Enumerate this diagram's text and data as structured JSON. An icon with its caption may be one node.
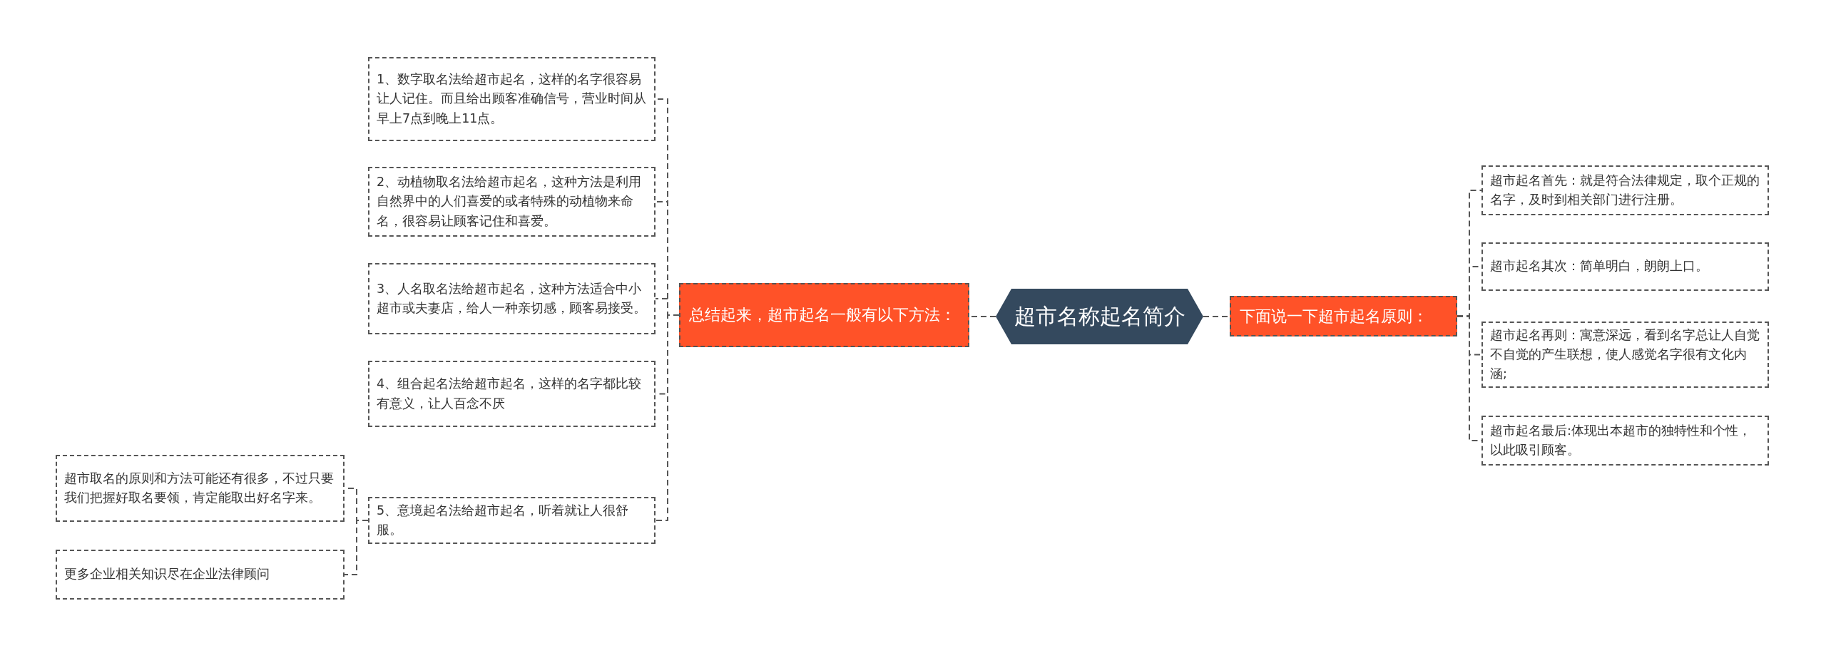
{
  "diagram": {
    "nodes": [
      {
        "text": [
          "超市名称起名简介"
        ]
      },
      {
        "text": [
          "总结起来，超市起名一般有以下方法："
        ]
      },
      {
        "text": [
          "1、数字取名法给超市起名，这样的名字很容易让人记住。而且给出顾客准确信号，营业时间从早上7点到晚上11点。"
        ]
      },
      {
        "text": [
          "2、动植物取名法给超市起名，这种方法是利用自然界中的人们喜爱的或者特殊的动植物来命名，很容易让顾客记住和喜爱。"
        ]
      },
      {
        "text": [
          "3、人名取名法给超市起名，这种方法适合中小超市或夫妻店，给人一种亲切感，顾客易接受。"
        ]
      },
      {
        "text": [
          "4、组合起名法给超市起名，这样的名字都比较有意义，让人百念不厌"
        ]
      },
      {
        "text": [
          "5、意境起名法给超市起名，听着就让人很舒服。"
        ]
      },
      {
        "text": [
          "超市取名的原则和方法可能还有很多，不过只要我们把握好取名要领，肯定能取出好名字来。"
        ]
      },
      {
        "text": [
          "更多企业相关知识尽在企业法律顾问"
        ]
      },
      {
        "text": [
          "下面说一下超市起名原则："
        ]
      },
      {
        "text": [
          "超市起名首先：就是符合法律规定，取个正规的名字，及时到相关部门进行注册。"
        ]
      },
      {
        "text": [
          "超市起名其次：简单明白，朗朗上口。"
        ]
      },
      {
        "text": [
          "超市起名再则：寓意深远，看到名字总让人自觉不自觉的产生联想，使人感觉名字很有文化内涵;"
        ]
      },
      {
        "text": [
          "超市起名最后:体现出本超市的独特性和个性，以此吸引顾客。"
        ]
      }
    ],
    "edges": [
      {
        "from": 0,
        "to": 1,
        "arrow": "none"
      },
      {
        "from": 1,
        "to": 2,
        "arrow": "none"
      },
      {
        "from": 1,
        "to": 3,
        "arrow": "none"
      },
      {
        "from": 1,
        "to": 4,
        "arrow": "none"
      },
      {
        "from": 1,
        "to": 5,
        "arrow": "none"
      },
      {
        "from": 1,
        "to": 6,
        "arrow": "none"
      },
      {
        "from": 6,
        "to": 7,
        "arrow": "none"
      },
      {
        "from": 6,
        "to": 8,
        "arrow": "none"
      },
      {
        "from": 0,
        "to": 9,
        "arrow": "none"
      },
      {
        "from": 9,
        "to": 10,
        "arrow": "none"
      },
      {
        "from": 9,
        "to": 11,
        "arrow": "none"
      },
      {
        "from": 9,
        "to": 12,
        "arrow": "none"
      },
      {
        "from": 9,
        "to": 13,
        "arrow": "none"
      }
    ]
  }
}
